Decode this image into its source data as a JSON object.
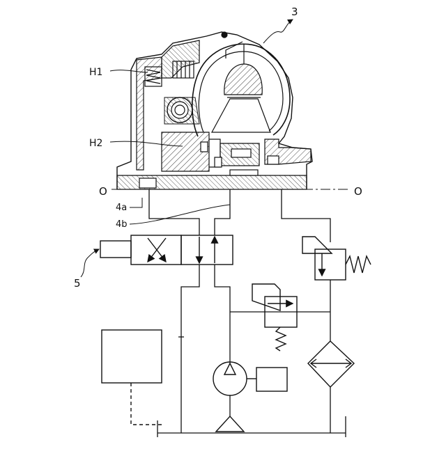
{
  "labels": {
    "torque_converter": "3",
    "chamber_h1": "H1",
    "chamber_h2": "H2",
    "axis_left": "O",
    "axis_right": "O",
    "line_4a": "4a",
    "line_4b": "4b",
    "valve": "5"
  },
  "colors": {
    "ink": "#111111",
    "background": "#ffffff"
  }
}
